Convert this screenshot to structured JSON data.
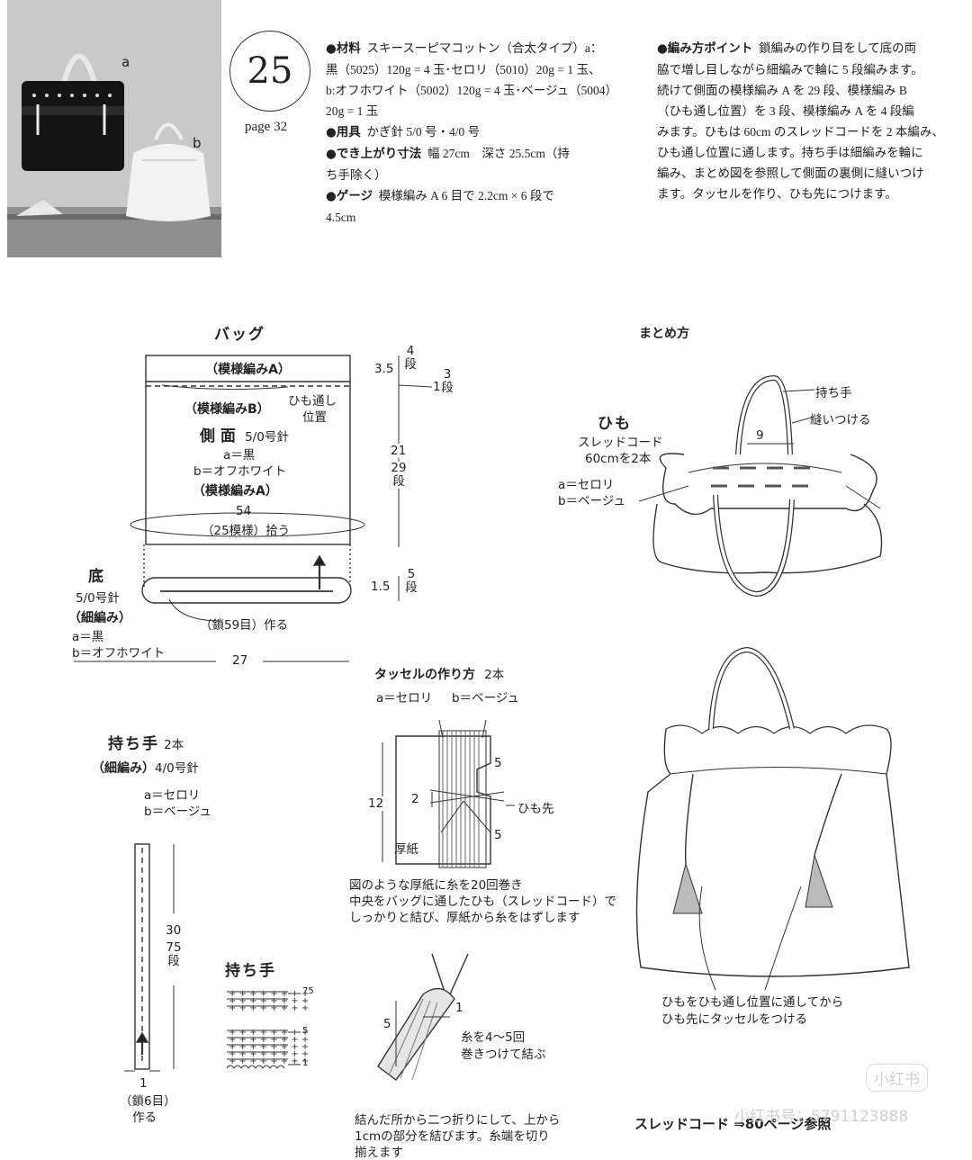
{
  "header": {
    "photo_labels": {
      "a": "a",
      "b": "b"
    },
    "pattern_number": "25",
    "page_ref": "page 32",
    "specs_left": [
      {
        "label": "●材料",
        "text": "スキースーピマコットン（合太タイプ）a："
      },
      {
        "label": "",
        "text": "黒（5025）120g = 4 玉･セロリ（5010）20g = 1 玉、"
      },
      {
        "label": "",
        "text": "b:オフホワイト（5002）120g = 4 玉･ベージュ（5004）"
      },
      {
        "label": "",
        "text": "20g = 1 玉"
      },
      {
        "label": "●用具",
        "text": "かぎ針 5/0 号・4/0 号"
      },
      {
        "label": "●でき上がり寸法",
        "text": "幅 27cm　深さ 25.5cm（持"
      },
      {
        "label": "",
        "text": "ち手除く）"
      },
      {
        "label": "●ゲージ",
        "text": "模様編み A 6 目で 2.2cm × 6 段で"
      },
      {
        "label": "",
        "text": "4.5cm"
      }
    ],
    "specs_right": [
      {
        "label": "●編み方ポイント",
        "text": "鎖編みの作り目をして底の両"
      },
      {
        "label": "",
        "text": "脇で増し目しながら細編みで輪に 5 段編みます。"
      },
      {
        "label": "",
        "text": "続けて側面の模様編み A を 29 段、模様編み B"
      },
      {
        "label": "",
        "text": "（ひも通し位置）を 3 段、模様編み A を 4 段編"
      },
      {
        "label": "",
        "text": "みます。ひもは 60cm のスレッドコードを 2 本編み、"
      },
      {
        "label": "",
        "text": "ひも通し位置に通します。持ち手は細編みを輪に"
      },
      {
        "label": "",
        "text": "編み、まとめ図を参照して側面の裏側に縫いつけ"
      },
      {
        "label": "",
        "text": "ます。タッセルを作り、ひも先につけます。"
      }
    ]
  },
  "bag": {
    "title": "バッグ",
    "pattern_a_top": "（模様編みA）",
    "pattern_b": "（模様編みB）",
    "cord_line_1": "ひも通し",
    "cord_line_2": "位置",
    "side": "側 面",
    "needle": "5/0号針",
    "color_a": "a＝黒",
    "color_b": "b＝オフホワイト",
    "pattern_a_bottom": "（模様編みA）",
    "count": "54",
    "pick_up": "（25模様）拾う",
    "dim_35": "3.5",
    "rows_4": [
      "4",
      "段"
    ],
    "dim_1": "1",
    "rows_3": [
      "3",
      "段"
    ],
    "dim_21": "21",
    "rows_29": [
      "29",
      "段"
    ],
    "bottom_title": "底",
    "bottom_needle": "5/0号針",
    "bottom_stitch": "（細編み）",
    "bottom_color_a": "a＝黒",
    "bottom_color_b": "b＝オフホワイト",
    "chain": "（鎖59目）作る",
    "dim_15": "1.5",
    "rows_5": [
      "5",
      "段"
    ],
    "width": "27"
  },
  "assembly": {
    "title": "まとめ方",
    "cord_title": "ひも",
    "cord_desc_1": "スレッドコード",
    "cord_desc_2": "60cmを2本",
    "cord_color_a": "a＝セロリ",
    "cord_color_b": "b＝ベージュ",
    "handle": "持ち手",
    "sew": "縫いつける",
    "gap": "9",
    "note_1": "ひもをひも通し位置に通してから",
    "note_2": "ひも先にタッセルをつける",
    "ref": "スレッドコード ⇒80ページ参照"
  },
  "tassel": {
    "title": "タッセルの作り方",
    "qty": "2本",
    "color_a": "a＝セロリ",
    "color_b": "b＝ベージュ",
    "dim_12": "12",
    "dim_2": "2",
    "dim_5a": "5",
    "dim_5b": "5",
    "cord_end": "ひも先",
    "card": "厚紙",
    "step1_1": "図のような厚紙に糸を20回巻き",
    "step1_2": "中央をバッグに通したひも（スレッドコード）で",
    "step1_3": "しっかりと結び、厚紙から糸をはずします",
    "dim_5c": "5",
    "dim_1": "1",
    "wrap_1": "糸を4〜5回",
    "wrap_2": "巻きつけて結ぶ",
    "step2_1": "結んだ所から二つ折りにして、上から",
    "step2_2": "1cmの部分を結びます。糸端を切り",
    "step2_3": "揃えます"
  },
  "handle": {
    "title": "持ち手",
    "qty": "2本",
    "stitch": "（細編み）",
    "needle": "4/0号針",
    "color_a": "a＝セロリ",
    "color_b": "b＝ベージュ",
    "dim_30": "30",
    "rows_75": [
      "75",
      "段"
    ],
    "dim_1": "1",
    "chain_1": "（鎖6目）",
    "chain_2": "作る",
    "chart_title": "持ち手",
    "row_75": "75",
    "row_5": "5",
    "row_1": "1"
  },
  "watermark": {
    "brand": "小红书",
    "id": "小红书号：5791123888"
  }
}
